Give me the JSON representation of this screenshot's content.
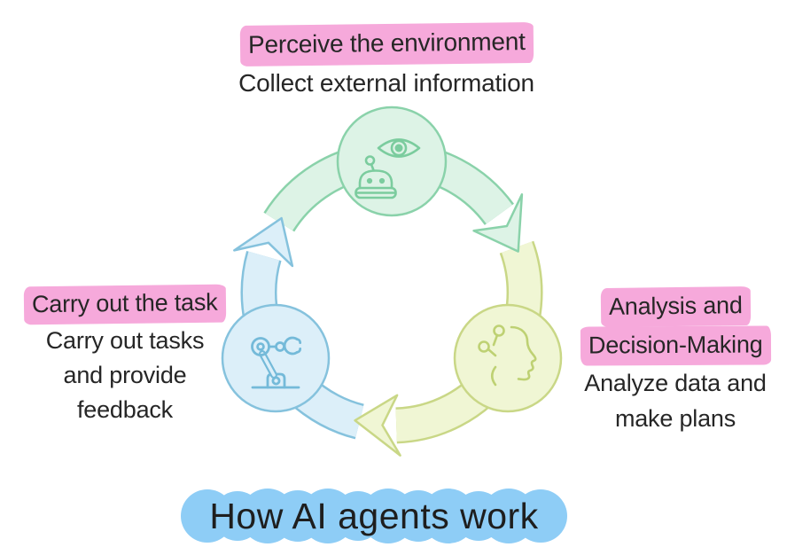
{
  "title": "How AI agents work",
  "diagram": {
    "perceive": {
      "heading": "Perceive the environment",
      "sub": "Collect external information",
      "icon": "eye-and-robot-head"
    },
    "analyze": {
      "heading1": "Analysis and",
      "heading2": "Decision-Making",
      "sub1": "Analyze data and",
      "sub2": "make plans",
      "icon": "head-profile-with-nodes"
    },
    "act": {
      "heading": "Carry out the task",
      "sub1": "Carry out tasks",
      "sub2": "and provide",
      "sub3": "feedback",
      "icon": "robot-arm"
    }
  },
  "colors": {
    "highlight": "#f6a9db",
    "title_bubble": "#8ecdf6",
    "text": "#262626",
    "perceive": {
      "fill": "#ddf3e6",
      "stroke": "#8ad2aa",
      "icon": "#7bcc9e"
    },
    "analyze": {
      "fill": "#f0f6d4",
      "stroke": "#c9d786",
      "icon": "#bed173"
    },
    "act": {
      "fill": "#dceff9",
      "stroke": "#85c2dd",
      "icon": "#74bad9"
    }
  }
}
